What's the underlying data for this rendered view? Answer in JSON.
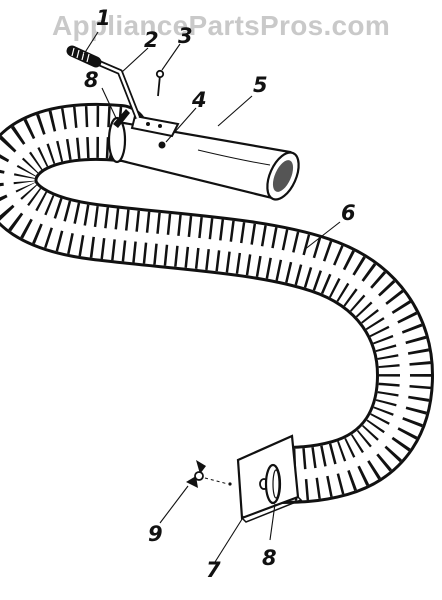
{
  "watermark": "AppliancePartsPros.com",
  "callouts": [
    {
      "id": "c1",
      "label": "1"
    },
    {
      "id": "c2",
      "label": "2"
    },
    {
      "id": "c3",
      "label": "3"
    },
    {
      "id": "c4",
      "label": "4"
    },
    {
      "id": "c5",
      "label": "5"
    },
    {
      "id": "c6",
      "label": "6"
    },
    {
      "id": "c7",
      "label": "7"
    },
    {
      "id": "c8a",
      "label": "8"
    },
    {
      "id": "c8b",
      "label": "8"
    },
    {
      "id": "c9",
      "label": "9"
    }
  ],
  "colors": {
    "ink": "#111111",
    "watermark": "#c9c9c9",
    "paper": "#ffffff"
  }
}
